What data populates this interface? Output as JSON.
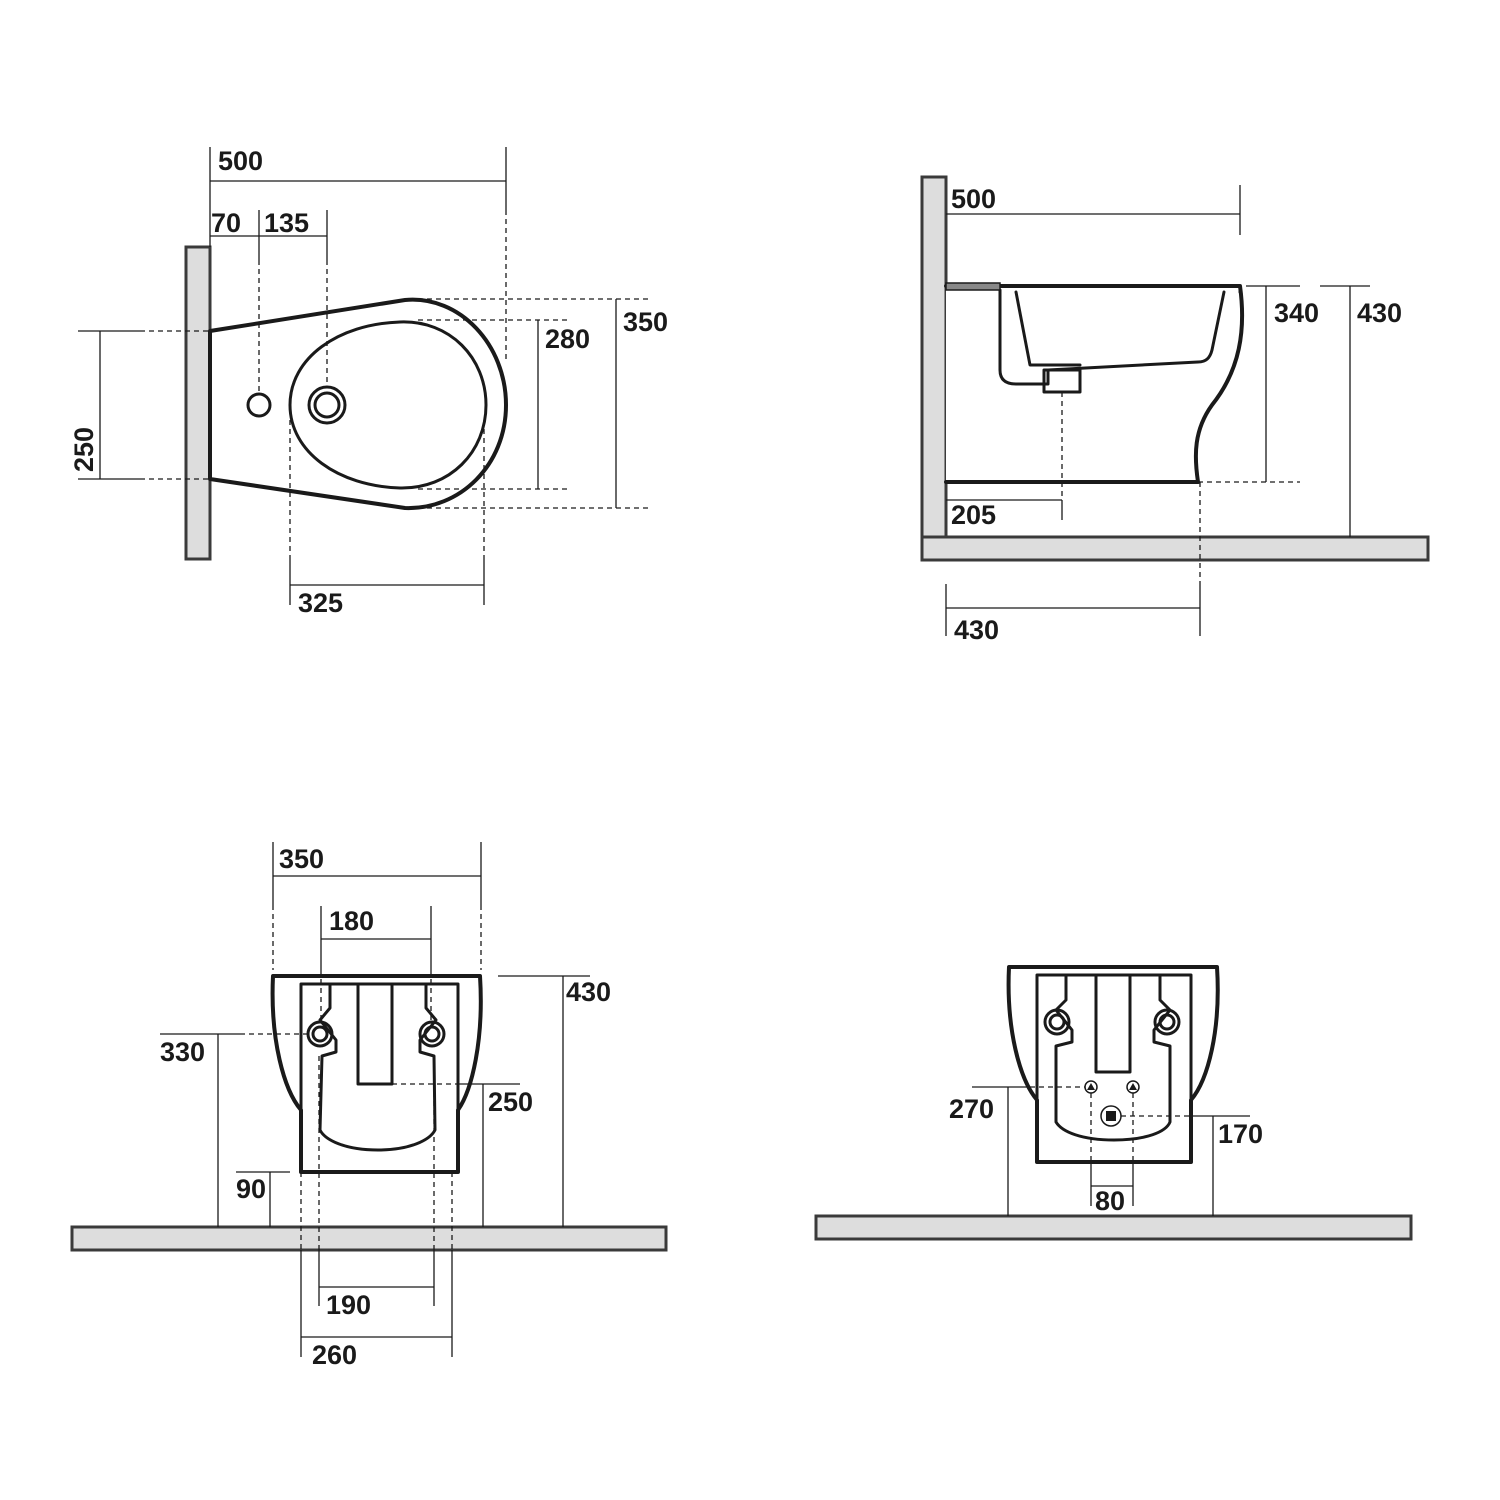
{
  "views": {
    "top": {
      "dim_overall_depth": "500",
      "dim_wall_to_hole": "70",
      "dim_hole_to_drain": "135",
      "dim_inner_width": "280",
      "dim_outer_width": "350",
      "dim_fixing_spacing": "250",
      "dim_bowl_length": "325"
    },
    "side": {
      "dim_projection": "500",
      "dim_bowl_height": "340",
      "dim_total_height": "430",
      "dim_drain_from_wall": "205",
      "dim_base_depth": "430"
    },
    "rear": {
      "dim_width": "350",
      "dim_hole_spacing": "180",
      "dim_height": "430",
      "dim_fixing_height": "330",
      "dim_opening_top": "250",
      "dim_opening_bottom": "90",
      "dim_inner_spacing": "190",
      "dim_outer_spacing": "260"
    },
    "connections": {
      "dim_water_height": "270",
      "dim_drain_height": "170",
      "dim_supply_spacing": "80"
    }
  },
  "colors": {
    "line": "#1a1a1a",
    "wall_fill": "#dddddd"
  }
}
